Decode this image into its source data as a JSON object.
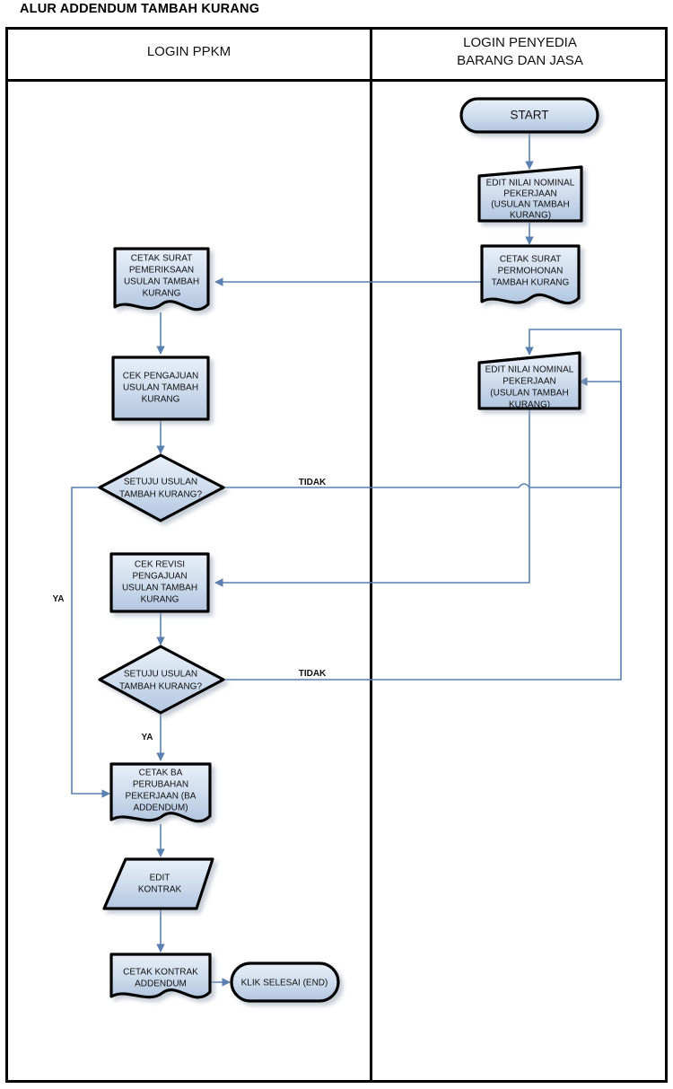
{
  "title": "ALUR ADDENDUM TAMBAH KURANG",
  "columns": {
    "left": {
      "label": "LOGIN PPKM"
    },
    "right": {
      "line1": "LOGIN PENYEDIA",
      "line2": "BARANG DAN JASA"
    }
  },
  "colors": {
    "shape_fill_top": "#e4ecf6",
    "shape_fill_bottom": "#b4c8e2",
    "shape_stroke": "#000000",
    "connector": "#5a7fb0",
    "frame": "#000000",
    "text": "#111111"
  },
  "nodes": {
    "start": {
      "shape": "terminator",
      "lines": [
        "START"
      ],
      "lane": "right"
    },
    "edit_nominal_1": {
      "shape": "trapezoid-skew",
      "lines": [
        "EDIT NILAI NOMINAL",
        "PEKERJAAN",
        "(USULAN TAMBAH",
        "KURANG)"
      ],
      "lane": "right"
    },
    "cetak_permohonan": {
      "shape": "document",
      "lines": [
        "CETAK SURAT",
        "PERMOHONAN",
        "TAMBAH KURANG"
      ],
      "lane": "right"
    },
    "cetak_pemeriksaan": {
      "shape": "document",
      "lines": [
        "CETAK SURAT",
        "PEMERIKSAAN",
        "USULAN TAMBAH",
        "KURANG"
      ],
      "lane": "left"
    },
    "cek_pengajuan": {
      "shape": "process",
      "lines": [
        "CEK PENGAJUAN",
        "USULAN TAMBAH",
        "KURANG"
      ],
      "lane": "left"
    },
    "setuju_1": {
      "shape": "decision",
      "lines": [
        "SETUJU USULAN",
        "TAMBAH KURANG?"
      ],
      "lane": "left"
    },
    "edit_nominal_2": {
      "shape": "trapezoid-skew",
      "lines": [
        "EDIT NILAI NOMINAL",
        "PEKERJAAN",
        "(USULAN TAMBAH",
        "KURANG)"
      ],
      "lane": "right"
    },
    "cek_revisi": {
      "shape": "process",
      "lines": [
        "CEK REVISI",
        "PENGAJUAN",
        "USULAN TAMBAH",
        "KURANG"
      ],
      "lane": "left"
    },
    "setuju_2": {
      "shape": "decision",
      "lines": [
        "SETUJU USULAN",
        "TAMBAH KURANG?"
      ],
      "lane": "left"
    },
    "cetak_ba": {
      "shape": "document",
      "lines": [
        "CETAK BA",
        "PERUBAHAN",
        "PEKERJAAN (BA",
        "ADDENDUM)"
      ],
      "lane": "left"
    },
    "edit_kontrak": {
      "shape": "parallelogram",
      "lines": [
        "EDIT",
        "KONTRAK"
      ],
      "lane": "left"
    },
    "cetak_kontrak": {
      "shape": "document",
      "lines": [
        "CETAK KONTRAK",
        "ADDENDUM"
      ],
      "lane": "left"
    },
    "end": {
      "shape": "terminator",
      "lines": [
        "KLIK SELESAI (END)"
      ],
      "lane": "left"
    }
  },
  "edge_labels": {
    "tidak_1": "TIDAK",
    "ya_1": "YA",
    "tidak_2": "TIDAK",
    "ya_2": "YA"
  },
  "flow": [
    {
      "from": "start",
      "to": "edit_nominal_1"
    },
    {
      "from": "edit_nominal_1",
      "to": "cetak_permohonan"
    },
    {
      "from": "cetak_permohonan",
      "to": "cetak_pemeriksaan"
    },
    {
      "from": "cetak_pemeriksaan",
      "to": "cek_pengajuan"
    },
    {
      "from": "cek_pengajuan",
      "to": "setuju_1"
    },
    {
      "from": "setuju_1",
      "to": "edit_nominal_2",
      "label": "TIDAK"
    },
    {
      "from": "setuju_1",
      "to": "cetak_ba",
      "label": "YA"
    },
    {
      "from": "edit_nominal_2",
      "to": "cek_revisi"
    },
    {
      "from": "cek_revisi",
      "to": "setuju_2"
    },
    {
      "from": "setuju_2",
      "to": "edit_nominal_2",
      "label": "TIDAK"
    },
    {
      "from": "setuju_2",
      "to": "cetak_ba",
      "label": "YA"
    },
    {
      "from": "cetak_ba",
      "to": "edit_kontrak"
    },
    {
      "from": "edit_kontrak",
      "to": "cetak_kontrak"
    },
    {
      "from": "cetak_kontrak",
      "to": "end"
    }
  ]
}
